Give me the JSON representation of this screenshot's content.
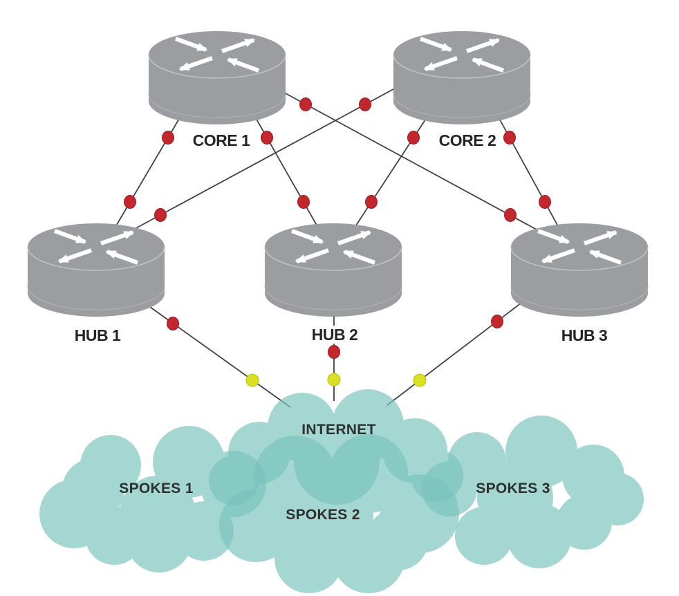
{
  "diagram": {
    "type": "network-topology",
    "nodes": {
      "core1": {
        "label": "CORE 1",
        "kind": "router"
      },
      "core2": {
        "label": "CORE 2",
        "kind": "router"
      },
      "hub1": {
        "label": "HUB 1",
        "kind": "router"
      },
      "hub2": {
        "label": "HUB 2",
        "kind": "router"
      },
      "hub3": {
        "label": "HUB 3",
        "kind": "router"
      }
    },
    "clouds": {
      "internet": {
        "label": "INTERNET"
      },
      "spokes1": {
        "label": "SPOKES 1"
      },
      "spokes2": {
        "label": "SPOKES 2"
      },
      "spokes3": {
        "label": "SPOKES 3"
      }
    },
    "links": [
      "CORE 1 - HUB 1",
      "CORE 1 - HUB 2",
      "CORE 1 - HUB 3",
      "CORE 2 - HUB 1",
      "CORE 2 - HUB 2",
      "CORE 2 - HUB 3",
      "HUB 1 - INTERNET",
      "HUB 2 - INTERNET",
      "HUB 3 - INTERNET"
    ],
    "colors": {
      "router_gray": "#9b9da0",
      "cloud_teal": "#a5d6d2",
      "cloud_overlap": "#88c9c4",
      "red_dot": "#c1272d",
      "yellow_dot": "#d9e021",
      "line": "#414142",
      "label": "#262425",
      "background": "#ffffff"
    }
  }
}
